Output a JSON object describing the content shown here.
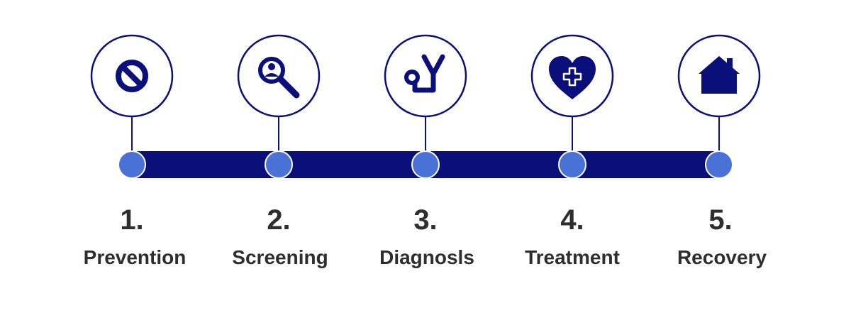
{
  "colors": {
    "track": "#0b0f7a",
    "node": "#4a72d6",
    "icon": "#0b0f7a",
    "circle_stroke": "#0b0f7a",
    "text": "#2e2e2e",
    "background": "#ffffff"
  },
  "steps": [
    {
      "number": "1.",
      "label": "Prevention",
      "icon": "prohibited-icon"
    },
    {
      "number": "2.",
      "label": "Screening",
      "icon": "magnifier-person-icon"
    },
    {
      "number": "3.",
      "label": "Diagnosls",
      "icon": "stethoscope-icon"
    },
    {
      "number": "4.",
      "label": "Treatment",
      "icon": "heart-medical-cross-icon"
    },
    {
      "number": "5.",
      "label": "Recovery",
      "icon": "house-icon"
    }
  ]
}
